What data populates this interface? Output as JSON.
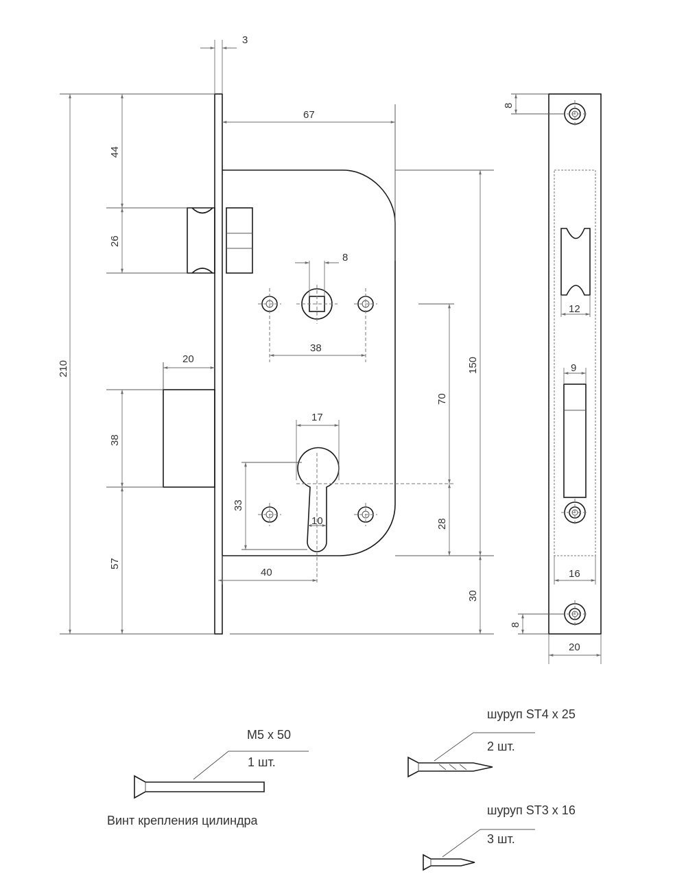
{
  "dimensions": {
    "faceplate_thickness": "3",
    "backset_total": "67",
    "top_to_latch": "44",
    "latch_height": "26",
    "total_height": "210",
    "spindle_square": "8",
    "screw_spacing": "38",
    "case_height": "150",
    "center_distance": "70",
    "deadbolt_throw": "20",
    "deadbolt_height": "38",
    "cylinder_width": "17",
    "cylinder_hole_height": "33",
    "cylinder_slot_width": "10",
    "bottom_offset": "28",
    "cylinder_backset": "40",
    "bottom_to_bolt": "57",
    "case_to_bottom": "30",
    "front_top_hole": "8",
    "front_latch_width": "12",
    "front_bolt_width": "9",
    "front_recess_width": "16",
    "front_bottom_hole": "8",
    "front_total_width": "20"
  },
  "accessories": {
    "cylinder_screw_spec": "M5 x 50",
    "cylinder_screw_qty": "1 шт.",
    "cylinder_screw_caption": "Винт крепления цилиндра",
    "screw_st4_spec": "шуруп ST4 x 25",
    "screw_st4_qty": "2 шт.",
    "screw_st3_spec": "шуруп ST3 x 16",
    "screw_st3_qty": "3 шт."
  }
}
